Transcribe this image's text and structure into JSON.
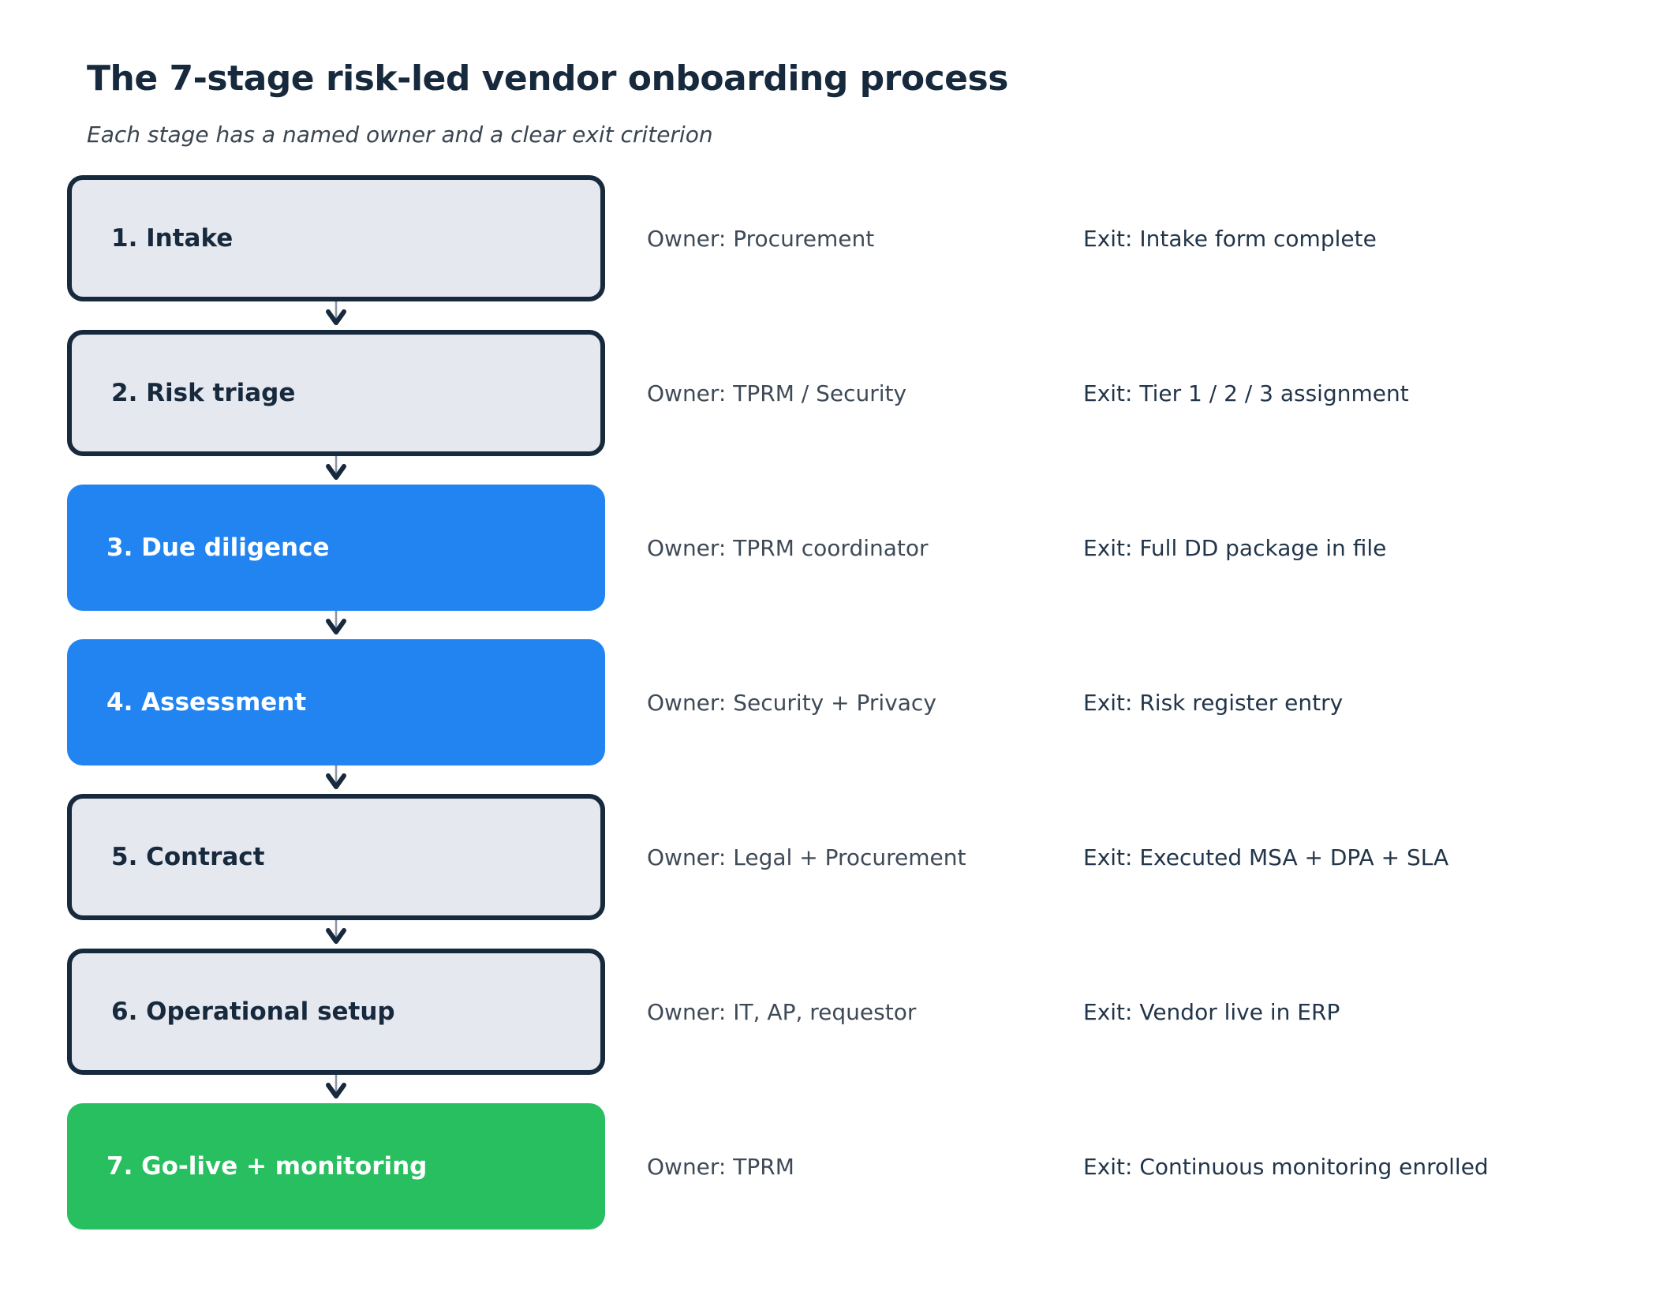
{
  "header": {
    "title": "The 7-stage risk-led vendor onboarding process",
    "subtitle": "Each stage has a named owner and a clear exit criterion"
  },
  "stages": [
    {
      "label": "1. Intake",
      "owner": "Owner: Procurement",
      "exit": "Exit: Intake form complete",
      "variant": "neutral"
    },
    {
      "label": "2. Risk triage",
      "owner": "Owner: TPRM / Security",
      "exit": "Exit: Tier 1 / 2 / 3 assignment",
      "variant": "neutral"
    },
    {
      "label": "3. Due diligence",
      "owner": "Owner: TPRM coordinator",
      "exit": "Exit: Full DD package in file",
      "variant": "accent"
    },
    {
      "label": "4. Assessment",
      "owner": "Owner: Security + Privacy",
      "exit": "Exit: Risk register entry",
      "variant": "accent"
    },
    {
      "label": "5. Contract",
      "owner": "Owner: Legal + Procurement",
      "exit": "Exit: Executed MSA + DPA + SLA",
      "variant": "neutral"
    },
    {
      "label": "6. Operational setup",
      "owner": "Owner: IT, AP, requestor",
      "exit": "Exit: Vendor live in ERP",
      "variant": "neutral"
    },
    {
      "label": "7. Go-live + monitoring",
      "owner": "Owner: TPRM",
      "exit": "Exit: Continuous monitoring enrolled",
      "variant": "success"
    }
  ],
  "colors": {
    "navy": "#17293d",
    "box_fill": "#e6e8f0",
    "blue": "#2184f0",
    "green": "#27bf5f",
    "subtitle": "#3a4550",
    "owner_text": "#3f4a57",
    "exit_text": "#22354a",
    "arrow_line": "#8b95a3"
  }
}
